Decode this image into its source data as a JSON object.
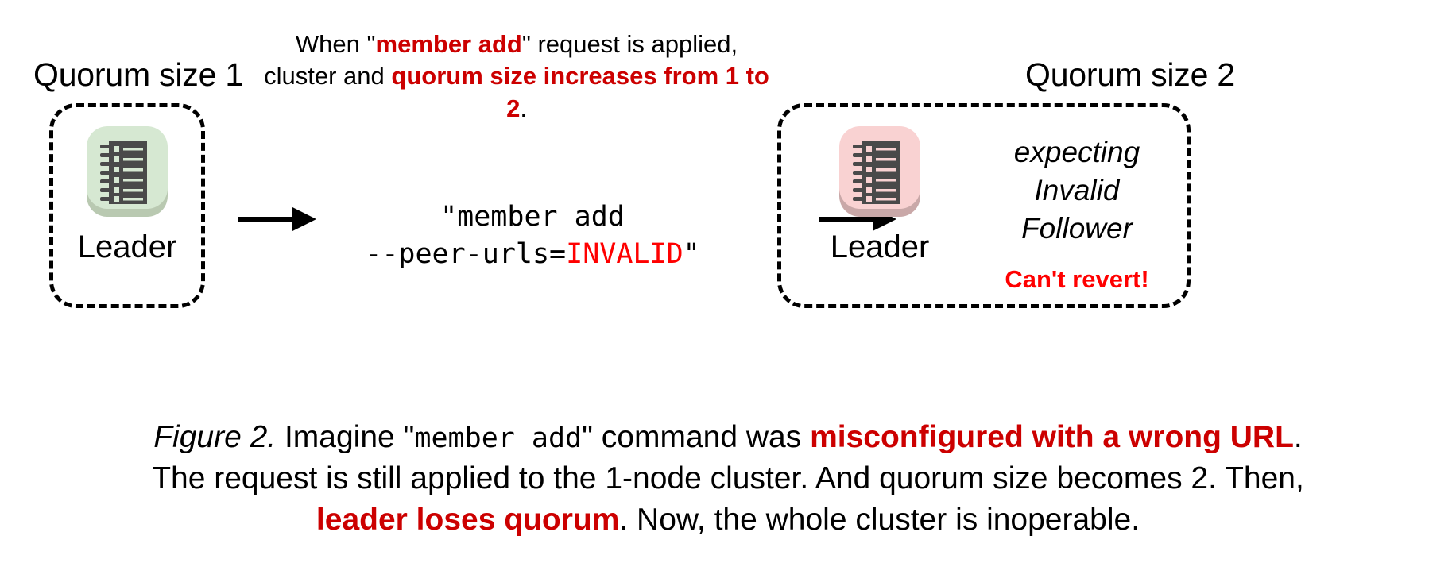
{
  "diagram": {
    "left_cluster": {
      "title": "Quorum size 1",
      "node_label": "Leader",
      "icon_name": "ledger-icon",
      "icon_color": "#d6e8d2",
      "icon_shadow_color": "#b9c9b1"
    },
    "right_cluster": {
      "title": "Quorum size 2",
      "node_label": "Leader",
      "icon_name": "ledger-icon",
      "icon_color": "#f9d2d2",
      "icon_shadow_color": "#c9a8a8",
      "status_lines": [
        "expecting",
        "Invalid",
        "Follower"
      ],
      "warning": "Can't revert!",
      "warning_color": "#FF0000"
    },
    "top_note": {
      "part1": "When \"",
      "emphasis1": "member add",
      "part2": "\" request is applied, cluster and ",
      "emphasis2": "quorum size increases from 1 to 2",
      "part3": "."
    },
    "command": {
      "line1": "\"member add",
      "line2_prefix": "--peer-urls=",
      "line2_invalid": "INVALID",
      "line2_suffix": "\"",
      "invalid_color": "#FF0000"
    },
    "arrows": {
      "left_arrow_name": "arrow-right-icon",
      "right_arrow_name": "arrow-right-icon"
    }
  },
  "caption": {
    "label": "Figure 2.",
    "line1_a": " Imagine \"",
    "line1_mono": "member add",
    "line1_b": "\" command was ",
    "line1_emph": "misconfigured with a wrong URL",
    "line1_c": ".",
    "line2": "The request is still applied to the 1-node cluster. And quorum size becomes 2. Then,",
    "line3_emph": "leader loses quorum",
    "line3_rest": ". Now, the whole cluster is inoperable."
  },
  "colors": {
    "emphasis_red": "#CC0000",
    "bright_red": "#FF0000",
    "text_black": "#000000",
    "background": "#ffffff"
  }
}
